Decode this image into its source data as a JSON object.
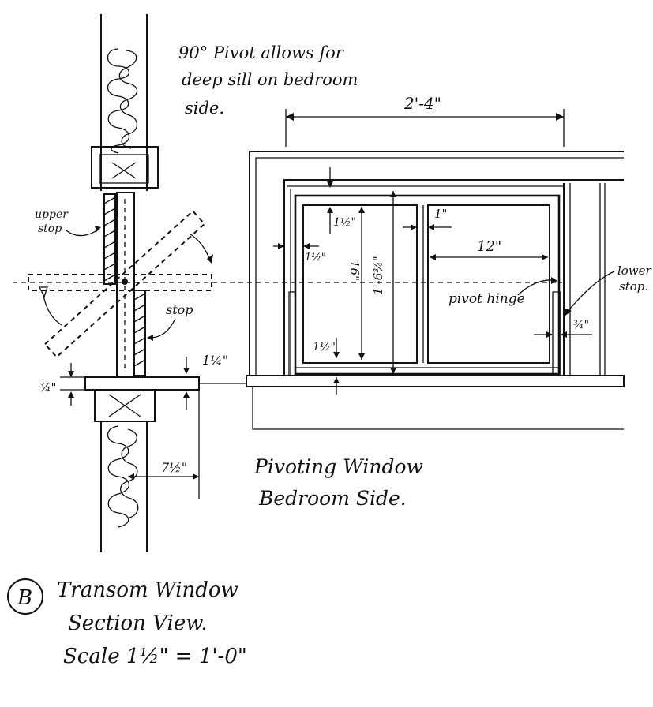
{
  "notes": {
    "pivot_note": [
      "90° Pivot allows for",
      "deep sill on bedroom",
      "side."
    ],
    "upper_stop": [
      "upper",
      "stop"
    ],
    "stop": "stop",
    "lower_stop": [
      "lower",
      "stop."
    ],
    "pivot_hinge": "pivot hinge"
  },
  "dimensions": {
    "overall_width": "2'-4\"",
    "frame_one_half_top": "1½\"",
    "frame_one_half_side": "1½\"",
    "frame_one_half_bottom": "1½\"",
    "mullion_one": "1\"",
    "sash_sixteen": "16\"",
    "sash_twelve": "12\"",
    "sash_height": "1'-6¾\"",
    "lower_stop_three_quarter": "¾\"",
    "section_one_quarter": "1¼\"",
    "section_three_quarter": "¾\"",
    "section_seven_half": "7½\""
  },
  "titles": {
    "elevation": [
      "Pivoting Window",
      "Bedroom Side."
    ],
    "section_marker": "B",
    "section": [
      "Transom Window",
      "Section View.",
      "Scale 1½\" = 1'-0\""
    ]
  }
}
